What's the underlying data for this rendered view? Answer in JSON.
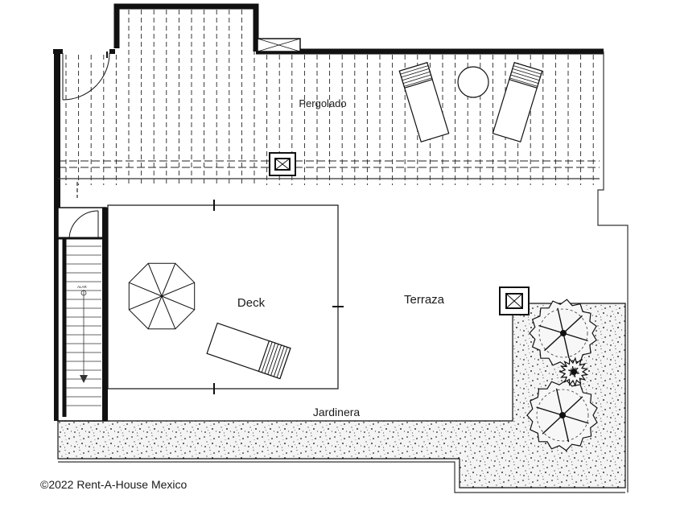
{
  "labels": {
    "pergolado": "Pergolado",
    "deck": "Deck",
    "terraza": "Terraza",
    "jardinera": "Jardinera",
    "stair_mark": "ALAR"
  },
  "watermark": "©2022 Rent-A-House Mexico",
  "colors": {
    "line": "#111111",
    "background": "#ffffff",
    "gravel": "#f2f2f2"
  },
  "icons": [
    "umbrella-icon",
    "lounge-chair-icon",
    "round-table-icon",
    "skylight-icon",
    "tree-icon",
    "door-swing-icon",
    "staircase-icon"
  ]
}
